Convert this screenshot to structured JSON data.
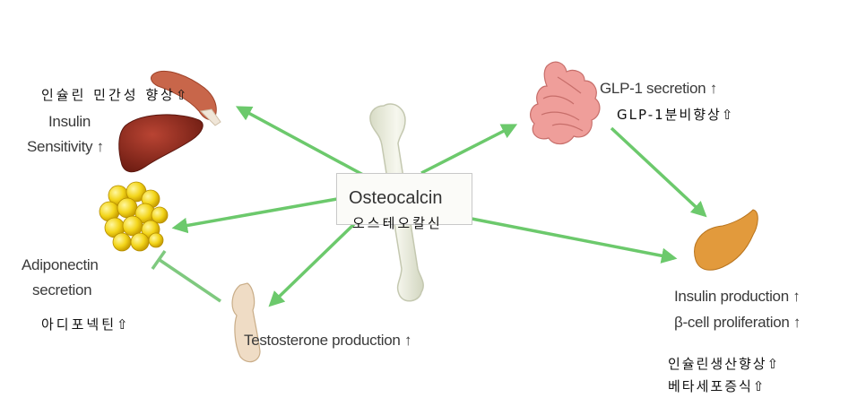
{
  "center": {
    "label": "Osteocalcin",
    "label_ko": "오스테오칼신"
  },
  "nodes": {
    "insulin_sensitivity": {
      "label_ko": "인슐린 민간성 향상⇧",
      "label_line1": "Insulin",
      "label_line2": "Sensitivity ↑"
    },
    "glp1": {
      "label": "GLP-1 secretion ↑",
      "label_ko": "GLP-1분비향상⇧"
    },
    "adiponectin": {
      "label_line1": "Adiponectin",
      "label_line2": "secretion",
      "label_ko": "아디포넥틴⇧"
    },
    "testosterone": {
      "label": "Testosterone production ↑"
    },
    "pancreas": {
      "label_line1": "Insulin production ↑",
      "label_line2": "β-cell proliferation ↑",
      "label_ko_line1": "인슐린생산향상⇧",
      "label_ko_line2": "베타세포증식⇧"
    }
  },
  "colors": {
    "arrow": "#6cc96c",
    "inhibit": "#7fc97f",
    "bone": "#e9ecdc",
    "liver": "#8e2a1e",
    "muscle": "#c8664a",
    "fat": "#f2d21c",
    "intestine": "#ef9e9a",
    "pancreas": "#e29a3c",
    "testis": "#efdcc5"
  },
  "icons": [
    "bone-icon",
    "muscle-icon",
    "liver-icon",
    "fat-cells-icon",
    "intestine-icon",
    "pancreas-icon",
    "testis-icon"
  ]
}
